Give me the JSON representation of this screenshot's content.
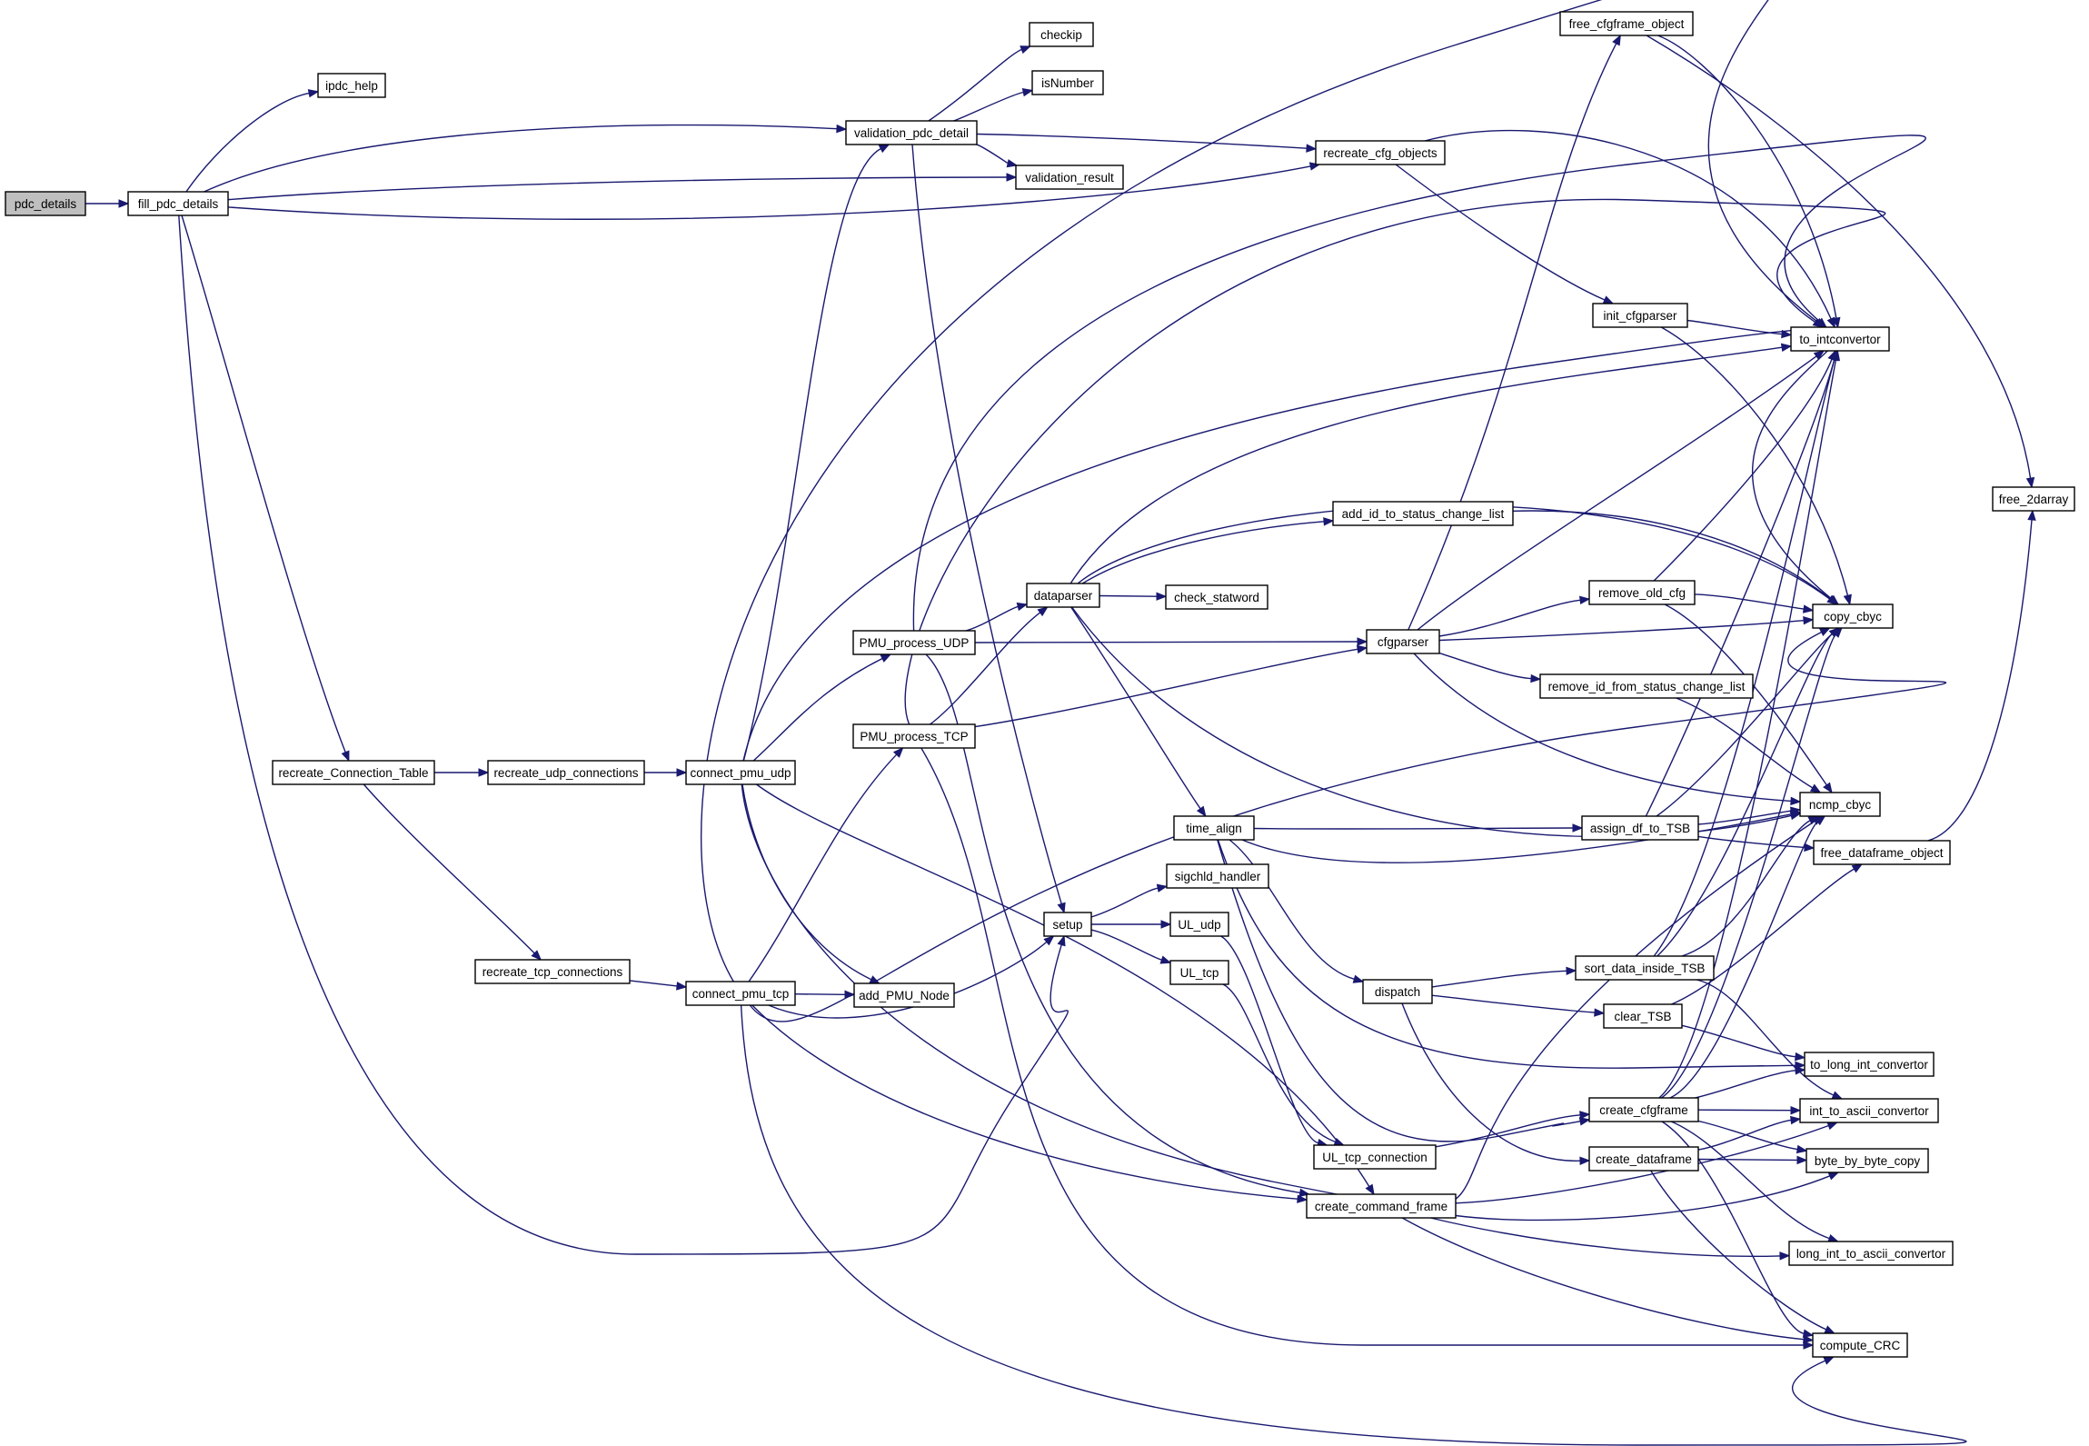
{
  "graph": {
    "colors": {
      "edge": "#191970",
      "node_border": "#000000",
      "node_fill": "#ffffff",
      "root_fill": "#bfbfbf"
    },
    "nodes": [
      {
        "id": "pdc_details",
        "label": "pdc_details",
        "root": true
      },
      {
        "id": "fill_pdc_details",
        "label": "fill_pdc_details"
      },
      {
        "id": "ipdc_help",
        "label": "ipdc_help"
      },
      {
        "id": "validation_pdc_detail",
        "label": "validation_pdc_detail"
      },
      {
        "id": "checkip",
        "label": "checkip"
      },
      {
        "id": "isNumber",
        "label": "isNumber"
      },
      {
        "id": "validation_result",
        "label": "validation_result"
      },
      {
        "id": "recreate_cfg_objects",
        "label": "recreate_cfg_objects"
      },
      {
        "id": "free_cfgframe_object",
        "label": "free_cfgframe_object"
      },
      {
        "id": "init_cfgparser",
        "label": "init_cfgparser"
      },
      {
        "id": "to_intconvertor",
        "label": "to_intconvertor"
      },
      {
        "id": "free_2darray",
        "label": "free_2darray"
      },
      {
        "id": "add_id_to_status_change_list",
        "label": "add_id_to_status_change_list"
      },
      {
        "id": "dataparser",
        "label": "dataparser"
      },
      {
        "id": "check_statword",
        "label": "check_statword"
      },
      {
        "id": "remove_old_cfg",
        "label": "remove_old_cfg"
      },
      {
        "id": "copy_cbyc",
        "label": "copy_cbyc"
      },
      {
        "id": "PMU_process_UDP",
        "label": "PMU_process_UDP"
      },
      {
        "id": "cfgparser",
        "label": "cfgparser"
      },
      {
        "id": "PMU_process_TCP",
        "label": "PMU_process_TCP"
      },
      {
        "id": "remove_id_from_status_change_list",
        "label": "remove_id_from_status_change_list"
      },
      {
        "id": "recreate_Connection_Table",
        "label": "recreate_Connection_Table"
      },
      {
        "id": "recreate_udp_connections",
        "label": "recreate_udp_connections"
      },
      {
        "id": "connect_pmu_udp",
        "label": "connect_pmu_udp"
      },
      {
        "id": "ncmp_cbyc",
        "label": "ncmp_cbyc"
      },
      {
        "id": "time_align",
        "label": "time_align"
      },
      {
        "id": "assign_df_to_TSB",
        "label": "assign_df_to_TSB"
      },
      {
        "id": "free_dataframe_object",
        "label": "free_dataframe_object"
      },
      {
        "id": "sigchld_handler",
        "label": "sigchld_handler"
      },
      {
        "id": "setup",
        "label": "setup"
      },
      {
        "id": "UL_udp",
        "label": "UL_udp"
      },
      {
        "id": "sort_data_inside_TSB",
        "label": "sort_data_inside_TSB"
      },
      {
        "id": "recreate_tcp_connections",
        "label": "recreate_tcp_connections"
      },
      {
        "id": "UL_tcp",
        "label": "UL_tcp"
      },
      {
        "id": "connect_pmu_tcp",
        "label": "connect_pmu_tcp"
      },
      {
        "id": "add_PMU_Node",
        "label": "add_PMU_Node"
      },
      {
        "id": "dispatch",
        "label": "dispatch"
      },
      {
        "id": "clear_TSB",
        "label": "clear_TSB"
      },
      {
        "id": "to_long_int_convertor",
        "label": "to_long_int_convertor"
      },
      {
        "id": "create_cfgframe",
        "label": "create_cfgframe"
      },
      {
        "id": "int_to_ascii_convertor",
        "label": "int_to_ascii_convertor"
      },
      {
        "id": "UL_tcp_connection",
        "label": "UL_tcp_connection"
      },
      {
        "id": "create_dataframe",
        "label": "create_dataframe"
      },
      {
        "id": "byte_by_byte_copy",
        "label": "byte_by_byte_copy"
      },
      {
        "id": "create_command_frame",
        "label": "create_command_frame"
      },
      {
        "id": "long_int_to_ascii_convertor",
        "label": "long_int_to_ascii_convertor"
      },
      {
        "id": "compute_CRC",
        "label": "compute_CRC"
      }
    ]
  }
}
